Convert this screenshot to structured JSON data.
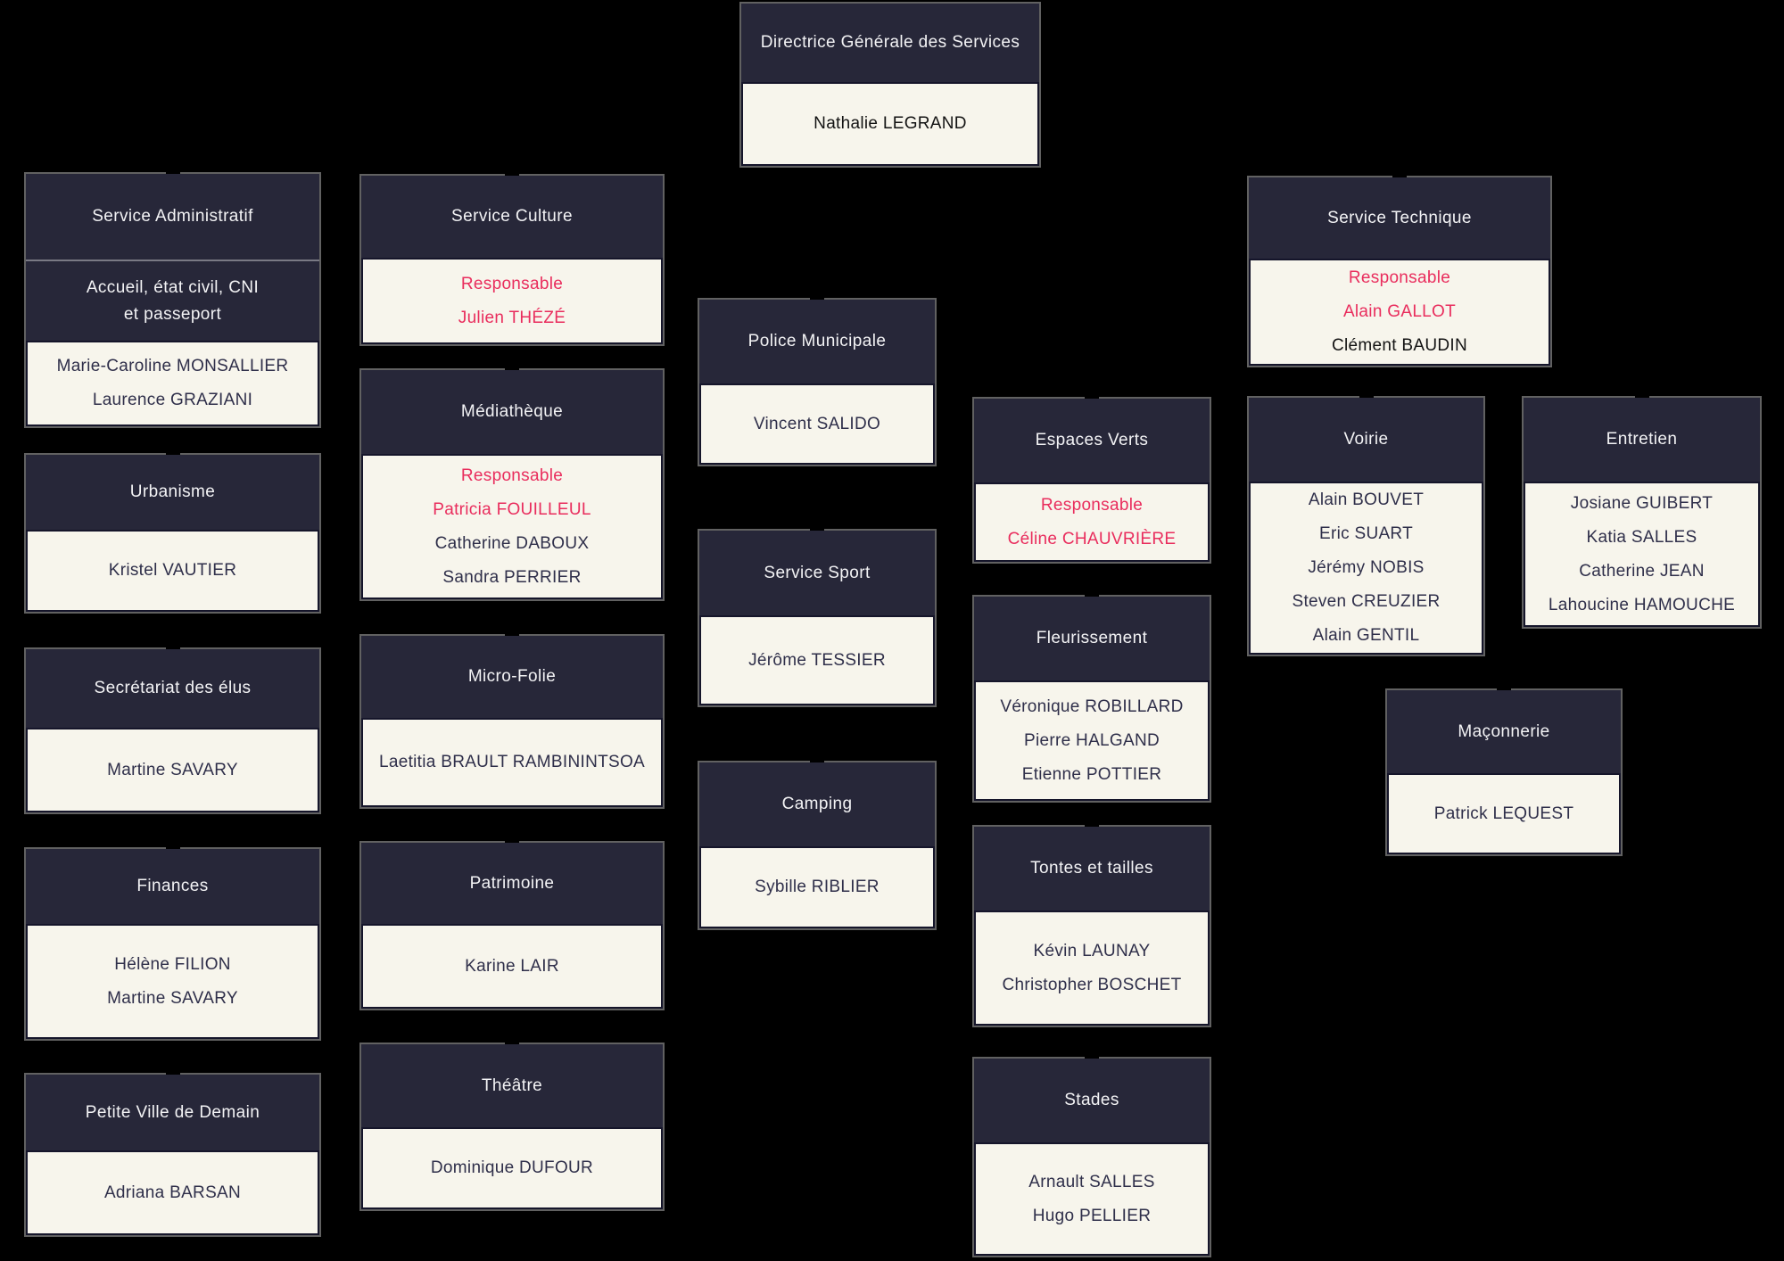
{
  "palette": {
    "background": "#000000",
    "header_bg": "#272739",
    "body_bg": "#f7f5ec",
    "header_text": "#f3f3f5",
    "name_text": "#2f2f4a",
    "accent_red": "#e92d5d",
    "black_text": "#131313"
  },
  "boxes": {
    "dgs": {
      "title": "Directrice Générale des Services",
      "lines": [
        "Nathalie LEGRAND"
      ]
    },
    "admin": {
      "title": "Service Administratif",
      "sub_lines": [
        "Accueil, état civil, CNI",
        "et passeport"
      ],
      "lines": [
        "Marie-Caroline MONSALLIER",
        "Laurence GRAZIANI"
      ]
    },
    "urbanisme": {
      "title": "Urbanisme",
      "lines": [
        "Kristel VAUTIER"
      ]
    },
    "secretariat": {
      "title": "Secrétariat des élus",
      "lines": [
        "Martine SAVARY"
      ]
    },
    "finances": {
      "title": "Finances",
      "lines": [
        "Hélène FILION",
        "Martine SAVARY"
      ]
    },
    "pvd": {
      "title": "Petite Ville de Demain",
      "lines": [
        "Adriana BARSAN"
      ]
    },
    "culture": {
      "title": "Service Culture",
      "lines": [
        "Responsable",
        "Julien THÉZÉ"
      ]
    },
    "mediatheque": {
      "title": "Médiathèque",
      "lines": [
        "Responsable",
        "Patricia FOUILLEUL",
        "Catherine DABOUX",
        "Sandra PERRIER"
      ]
    },
    "microfolie": {
      "title": "Micro-Folie",
      "lines": [
        "Laetitia BRAULT RAMBININTSOA"
      ]
    },
    "patrimoine": {
      "title": "Patrimoine",
      "lines": [
        "Karine LAIR"
      ]
    },
    "theatre": {
      "title": "Théâtre",
      "lines": [
        "Dominique DUFOUR"
      ]
    },
    "police": {
      "title": "Police Municipale",
      "lines": [
        "Vincent SALIDO"
      ]
    },
    "sport": {
      "title": "Service Sport",
      "lines": [
        "Jérôme TESSIER"
      ]
    },
    "camping": {
      "title": "Camping",
      "lines": [
        "Sybille RIBLIER"
      ]
    },
    "espaces": {
      "title": "Espaces Verts",
      "lines": [
        "Responsable",
        "Céline CHAUVRIÈRE"
      ]
    },
    "fleurissement": {
      "title": "Fleurissement",
      "lines": [
        "Véronique ROBILLARD",
        "Pierre HALGAND",
        "Etienne POTTIER"
      ]
    },
    "tontes": {
      "title": "Tontes et tailles",
      "lines": [
        "Kévin LAUNAY",
        "Christopher BOSCHET"
      ]
    },
    "stades": {
      "title": "Stades",
      "lines": [
        "Arnault SALLES",
        "Hugo PELLIER"
      ]
    },
    "technique": {
      "title": "Service Technique",
      "lines": [
        "Responsable",
        "Alain GALLOT",
        "Clément BAUDIN"
      ]
    },
    "voirie": {
      "title": "Voirie",
      "lines": [
        "Alain BOUVET",
        "Eric SUART",
        "Jérémy NOBIS",
        "Steven CREUZIER",
        "Alain GENTIL"
      ]
    },
    "maconnerie": {
      "title": "Maçonnerie",
      "lines": [
        "Patrick LEQUEST"
      ]
    },
    "entretien": {
      "title": "Entretien",
      "lines": [
        "Josiane GUIBERT",
        "Katia SALLES",
        "Catherine JEAN",
        "Lahoucine HAMOUCHE"
      ]
    }
  }
}
